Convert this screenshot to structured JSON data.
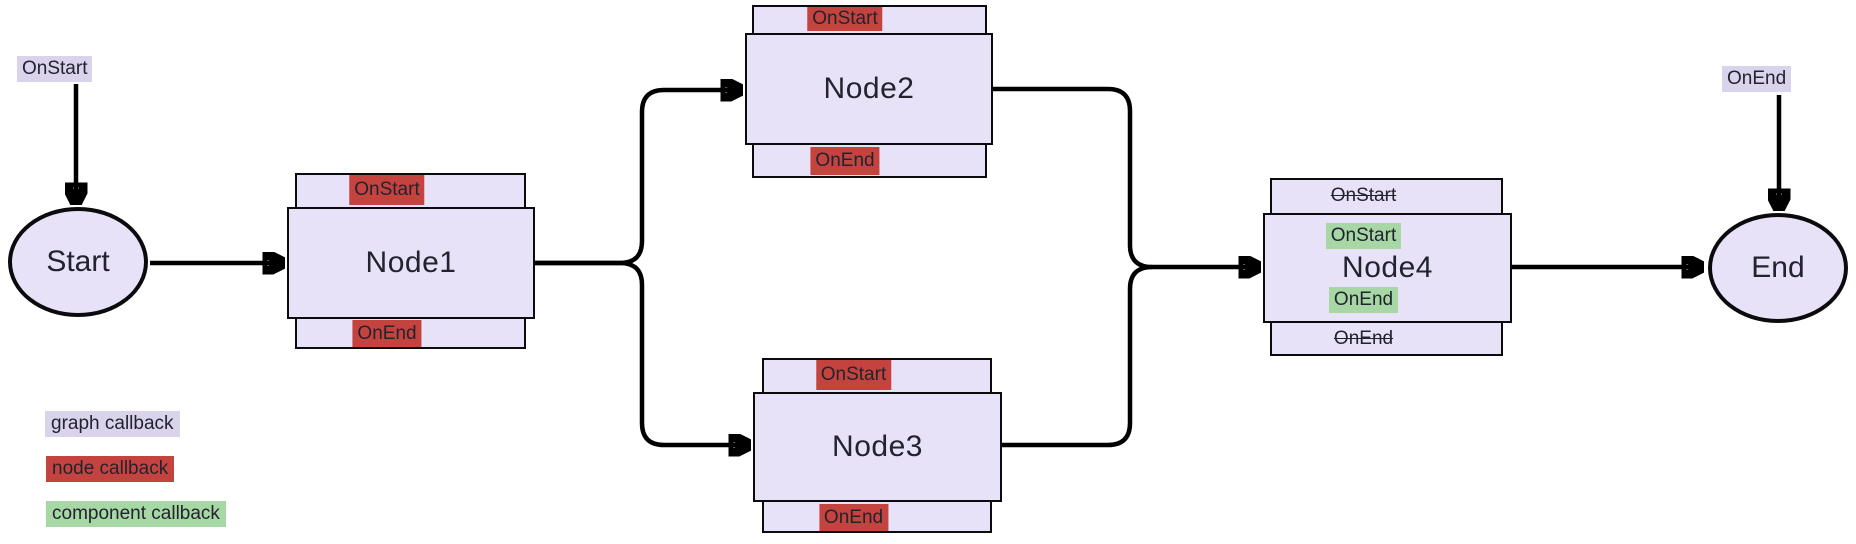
{
  "colors": {
    "node_fill": "#e7e2f7",
    "graph_callback_bg": "#d9d3ec",
    "node_callback_bg": "#c5433e",
    "component_callback_bg": "#a6d7a4",
    "edge_color": "#000000",
    "text_color": "#23232f"
  },
  "graph_callbacks": {
    "start_label": "OnStart",
    "end_label": "OnEnd"
  },
  "terminals": {
    "start": "Start",
    "end": "End"
  },
  "nodes": {
    "node1": {
      "title": "Node1",
      "on_start": "OnStart",
      "on_end": "OnEnd"
    },
    "node2": {
      "title": "Node2",
      "on_start": "OnStart",
      "on_end": "OnEnd"
    },
    "node3": {
      "title": "Node3",
      "on_start": "OnStart",
      "on_end": "OnEnd"
    },
    "node4": {
      "title": "Node4",
      "skipped_on_start": "OnStart",
      "component_on_start": "OnStart",
      "component_on_end": "OnEnd",
      "skipped_on_end": "OnEnd"
    }
  },
  "legend": {
    "graph": "graph callback",
    "node": "node callback",
    "component": "component callback"
  }
}
